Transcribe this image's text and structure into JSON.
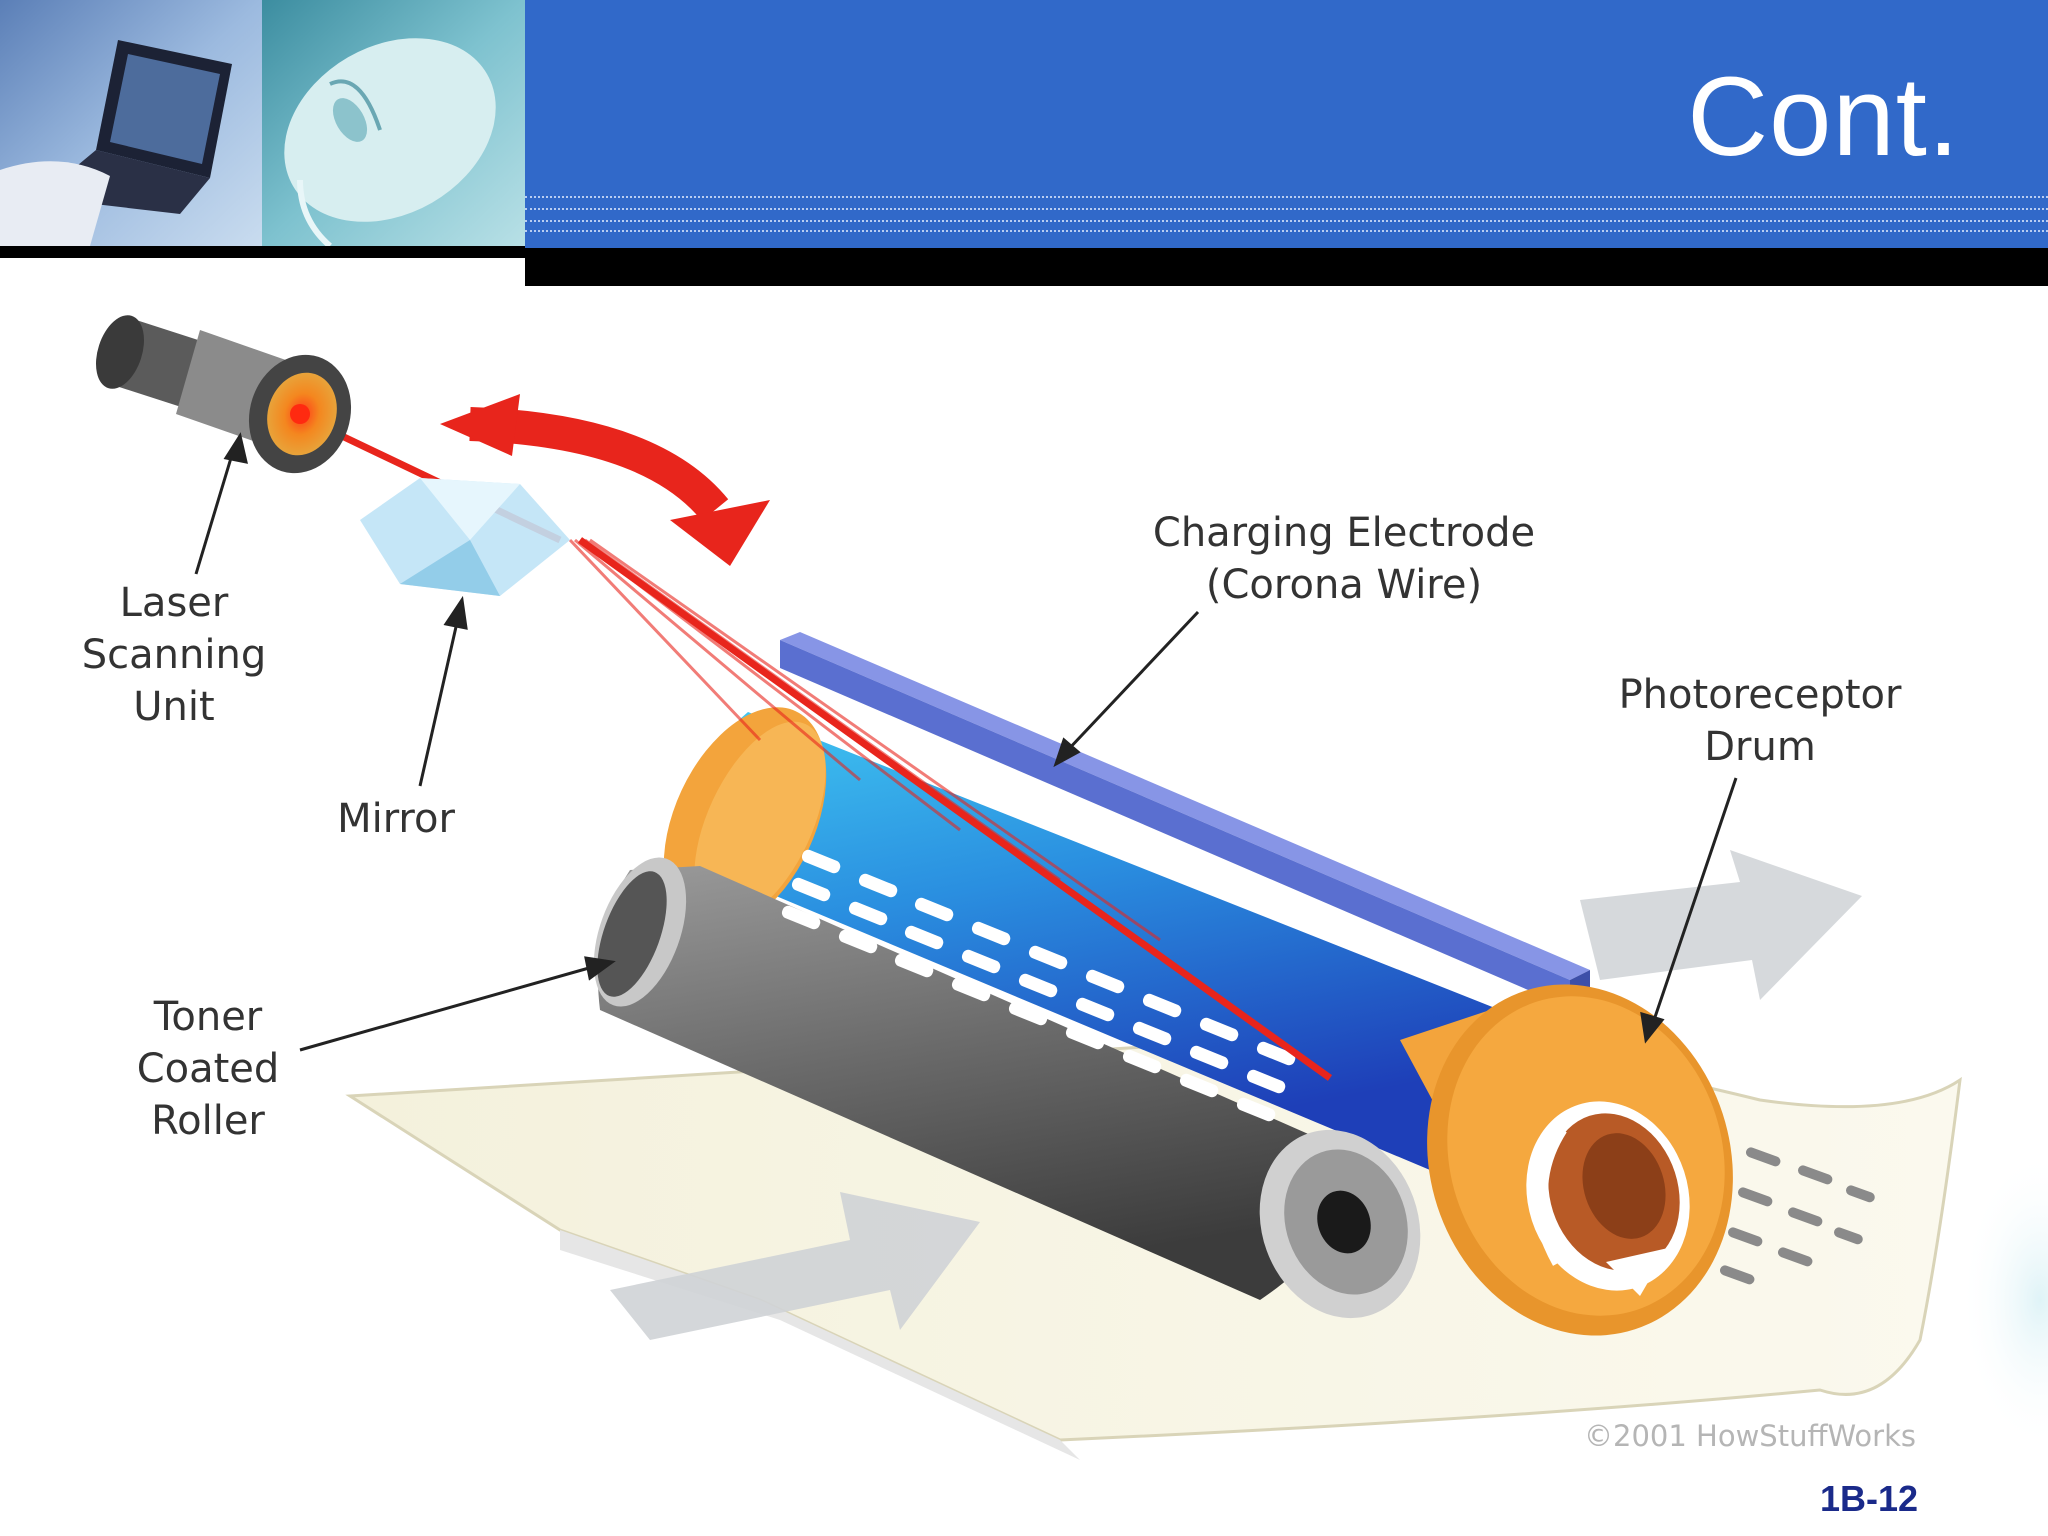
{
  "slide": {
    "title": "Cont.",
    "slide_number": "1B-12"
  },
  "diagram": {
    "labels": {
      "laser_line1": "Laser",
      "laser_line2": "Scanning",
      "laser_line3": "Unit",
      "mirror": "Mirror",
      "toner_line1": "Toner",
      "toner_line2": "Coated",
      "toner_line3": "Roller",
      "electrode_line1": "Charging Electrode",
      "electrode_line2": "(Corona Wire)",
      "drum_line1": "Photoreceptor",
      "drum_line2": "Drum"
    },
    "copyright": "©2001 HowStuffWorks"
  },
  "colors": {
    "header_blue": "#3169c9",
    "laser_red": "#e8251c",
    "drum_orange": "#f3a43c",
    "drum_blue": "#2f5fd0",
    "electrode_blue": "#5a6fd0",
    "roller_gray": "#6e6e6e"
  }
}
